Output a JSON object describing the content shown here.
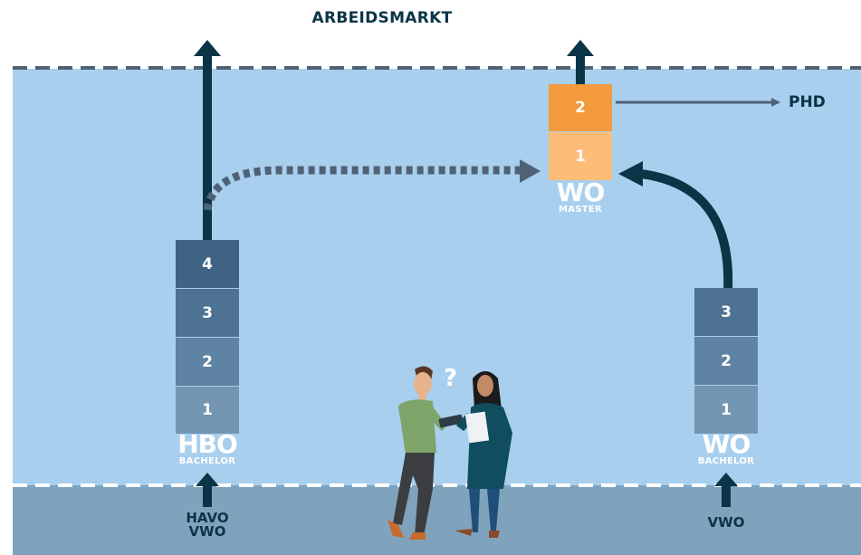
{
  "title": "ARBEIDSMARKT",
  "colors": {
    "sky": "#a8cfee",
    "ground": "#7fa3bd",
    "arrow_dark": "#0b3446",
    "arrow_grey": "#4f6275",
    "master_dark": "#f39a3c",
    "master_light": "#fbbd78"
  },
  "hbo": {
    "name": "HBO",
    "sub": "BACHELOR",
    "years": [
      "4",
      "3",
      "2",
      "1"
    ],
    "entry": [
      "HAVO",
      "VWO"
    ]
  },
  "wo_bachelor": {
    "name": "WO",
    "sub": "BACHELOR",
    "years": [
      "3",
      "2",
      "1"
    ],
    "entry": "VWO"
  },
  "wo_master": {
    "name": "WO",
    "sub": "MASTER",
    "years": [
      "2",
      "1"
    ]
  },
  "phd": "PHD",
  "question_mark": "?",
  "icons": [
    "people-illustration",
    "arrow-up-icon",
    "dotted-arrow-icon",
    "curved-arrow-icon"
  ]
}
